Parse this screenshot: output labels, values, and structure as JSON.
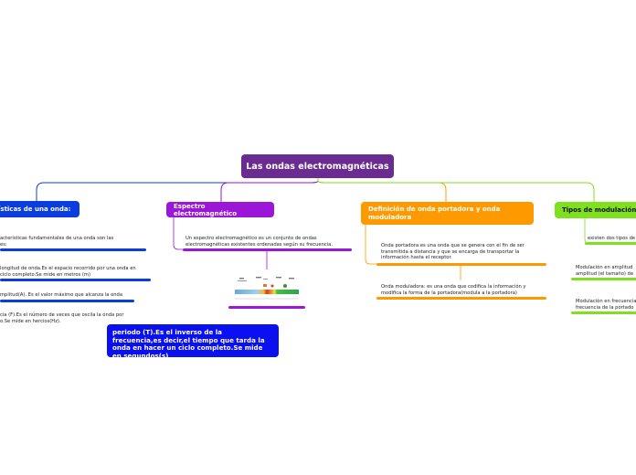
{
  "root": {
    "title": "Las ondas electromagnéticas"
  },
  "branches": {
    "caracteristicas": {
      "title": "ísticas de una onda:",
      "color": "#0a3de0",
      "items": [
        "acterísticas fundamentales de una onda son las\nes:",
        "longitud de onda.Es el espacio recorrido por una onda en\nciclo completo.Se mide en metros (m)",
        "mplitud(A). Es el valor máximo que alcanza la onda",
        "cia (F).Es el número de veces que oscila la onda por\no.Se mide en hercios(Hz)."
      ],
      "periodo_note": "periodo (T).Es el inverso de la frecuencia,es decir,el tiempo que tarda la onda en hacer un ciclo completo.Se mide en segundos(s)"
    },
    "espectro": {
      "title": "Espectro electromagnético",
      "color": "#9b16d6",
      "items": [
        "Un espectro electromagnético es un conjunto de ondas\nelectromagnéticas existentes ordenadas según su frecuencia."
      ],
      "image_icon": "electromagnetic-spectrum-image"
    },
    "definicion": {
      "title": "Definición de onda portadora y onda\nmoduladora",
      "color": "#ff9900",
      "items": [
        "Onda portadora:es una onda que se genera con el fin de ser\ntransmitida a distancia y que se encarga de transportar la\ninformación hasta el receptor.",
        "Onda moduladora: es una onda que codifica la información y\nmodifica la forma de la portadora(modula a la portadora)"
      ]
    },
    "tipos": {
      "title": "Tipos de modulación",
      "color": "#7ee01e",
      "items": [
        "existen dos tipos de",
        "Modulación en amplitud\namplitud (el tamaño) de",
        "Modulación en frecuencia\nfrecuencia de la portado"
      ]
    }
  }
}
